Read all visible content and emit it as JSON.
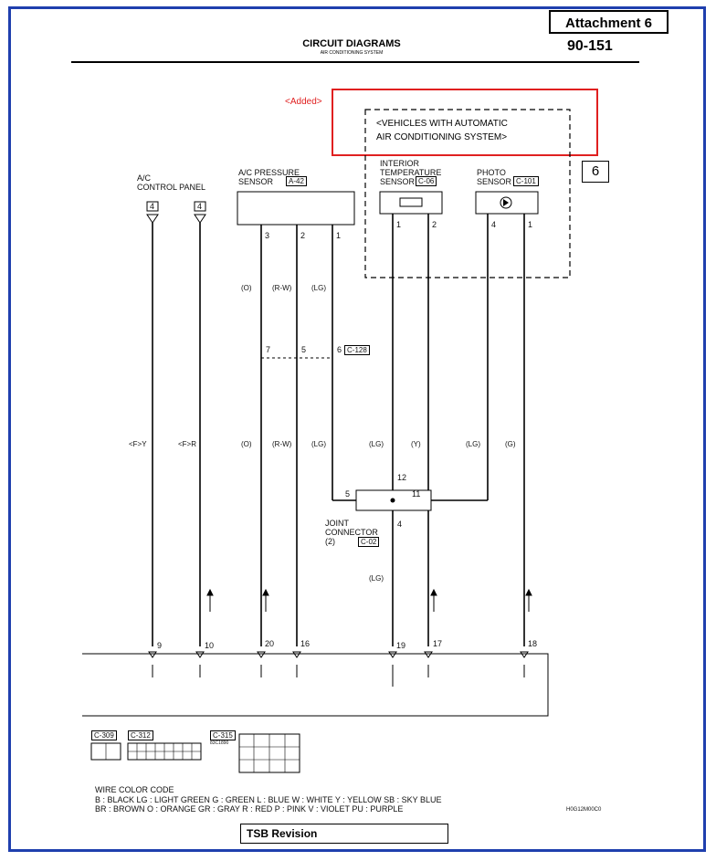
{
  "header": {
    "attachment": "Attachment 6",
    "page_number": "90-151",
    "title": "CIRCUIT DIAGRAMS",
    "subtitle": "AIR CONDITIONING SYSTEM"
  },
  "annotations": {
    "added": "<Added>",
    "auto_line1": "<VEHICLES WITH AUTOMATIC",
    "auto_line2": "AIR CONDITIONING SYSTEM>",
    "callout": "6",
    "tsb": "TSB Revision"
  },
  "components": {
    "ac_control_panel_1": "A/C",
    "ac_control_panel_2": "CONTROL PANEL",
    "pressure_sensor_1": "A/C PRESSURE",
    "pressure_sensor_2": "SENSOR",
    "pressure_sensor_conn": "A-42",
    "interior_1": "INTERIOR",
    "interior_2": "TEMPERATURE",
    "interior_3": "SENSOR",
    "interior_conn": "C-06",
    "photo_1": "PHOTO",
    "photo_2": "SENSOR",
    "photo_conn": "C-101",
    "joint_1": "JOINT",
    "joint_2": "CONNECTOR",
    "joint_3": "(2)",
    "joint_conn": "C-02",
    "inline_conn": "C-128"
  },
  "pins": {
    "cp_a": "4",
    "cp_b": "4",
    "ps_3": "3",
    "ps_2": "2",
    "ps_1": "1",
    "it_1": "1",
    "it_2": "2",
    "ph_4": "4",
    "ph_1": "1",
    "c128_7": "7",
    "c128_5": "5",
    "c128_6": "6",
    "jc_5": "5",
    "jc_11": "11",
    "jc_12": "12",
    "jc_4": "4",
    "b_9": "9",
    "b_10": "10",
    "b_20": "20",
    "b_16": "16",
    "b_19": "19",
    "b_17": "17",
    "b_18": "18"
  },
  "wires_upper": {
    "w_o": "(O)",
    "w_rw": "(R-W)",
    "w_lg": "(LG)"
  },
  "wires_mid": {
    "f_y": "<F>Y",
    "f_r": "<F>R",
    "o": "(O)",
    "rw": "(R-W)",
    "lg1": "(LG)",
    "lg2": "(LG)",
    "y": "(Y)",
    "lg3": "(LG)",
    "g": "(G)",
    "lg4": "(LG)"
  },
  "connectors_bottom": {
    "c309": "C-309",
    "c312": "C-312",
    "c315": "C-315",
    "c315_note": "83C1890"
  },
  "color_code": {
    "title": "WIRE COLOR CODE",
    "line1": "B : BLACK    LG : LIGHT GREEN    G : GREEN    L : BLUE    W : WHITE    Y : YELLOW    SB : SKY BLUE",
    "line2": "BR : BROWN    O : ORANGE    GR : GRAY    R : RED    P : PINK    V : VIOLET    PU : PURPLE",
    "ref": "H0G12M00C0"
  },
  "colors": {
    "frame": "#1f3fae",
    "added": "#e02020"
  }
}
